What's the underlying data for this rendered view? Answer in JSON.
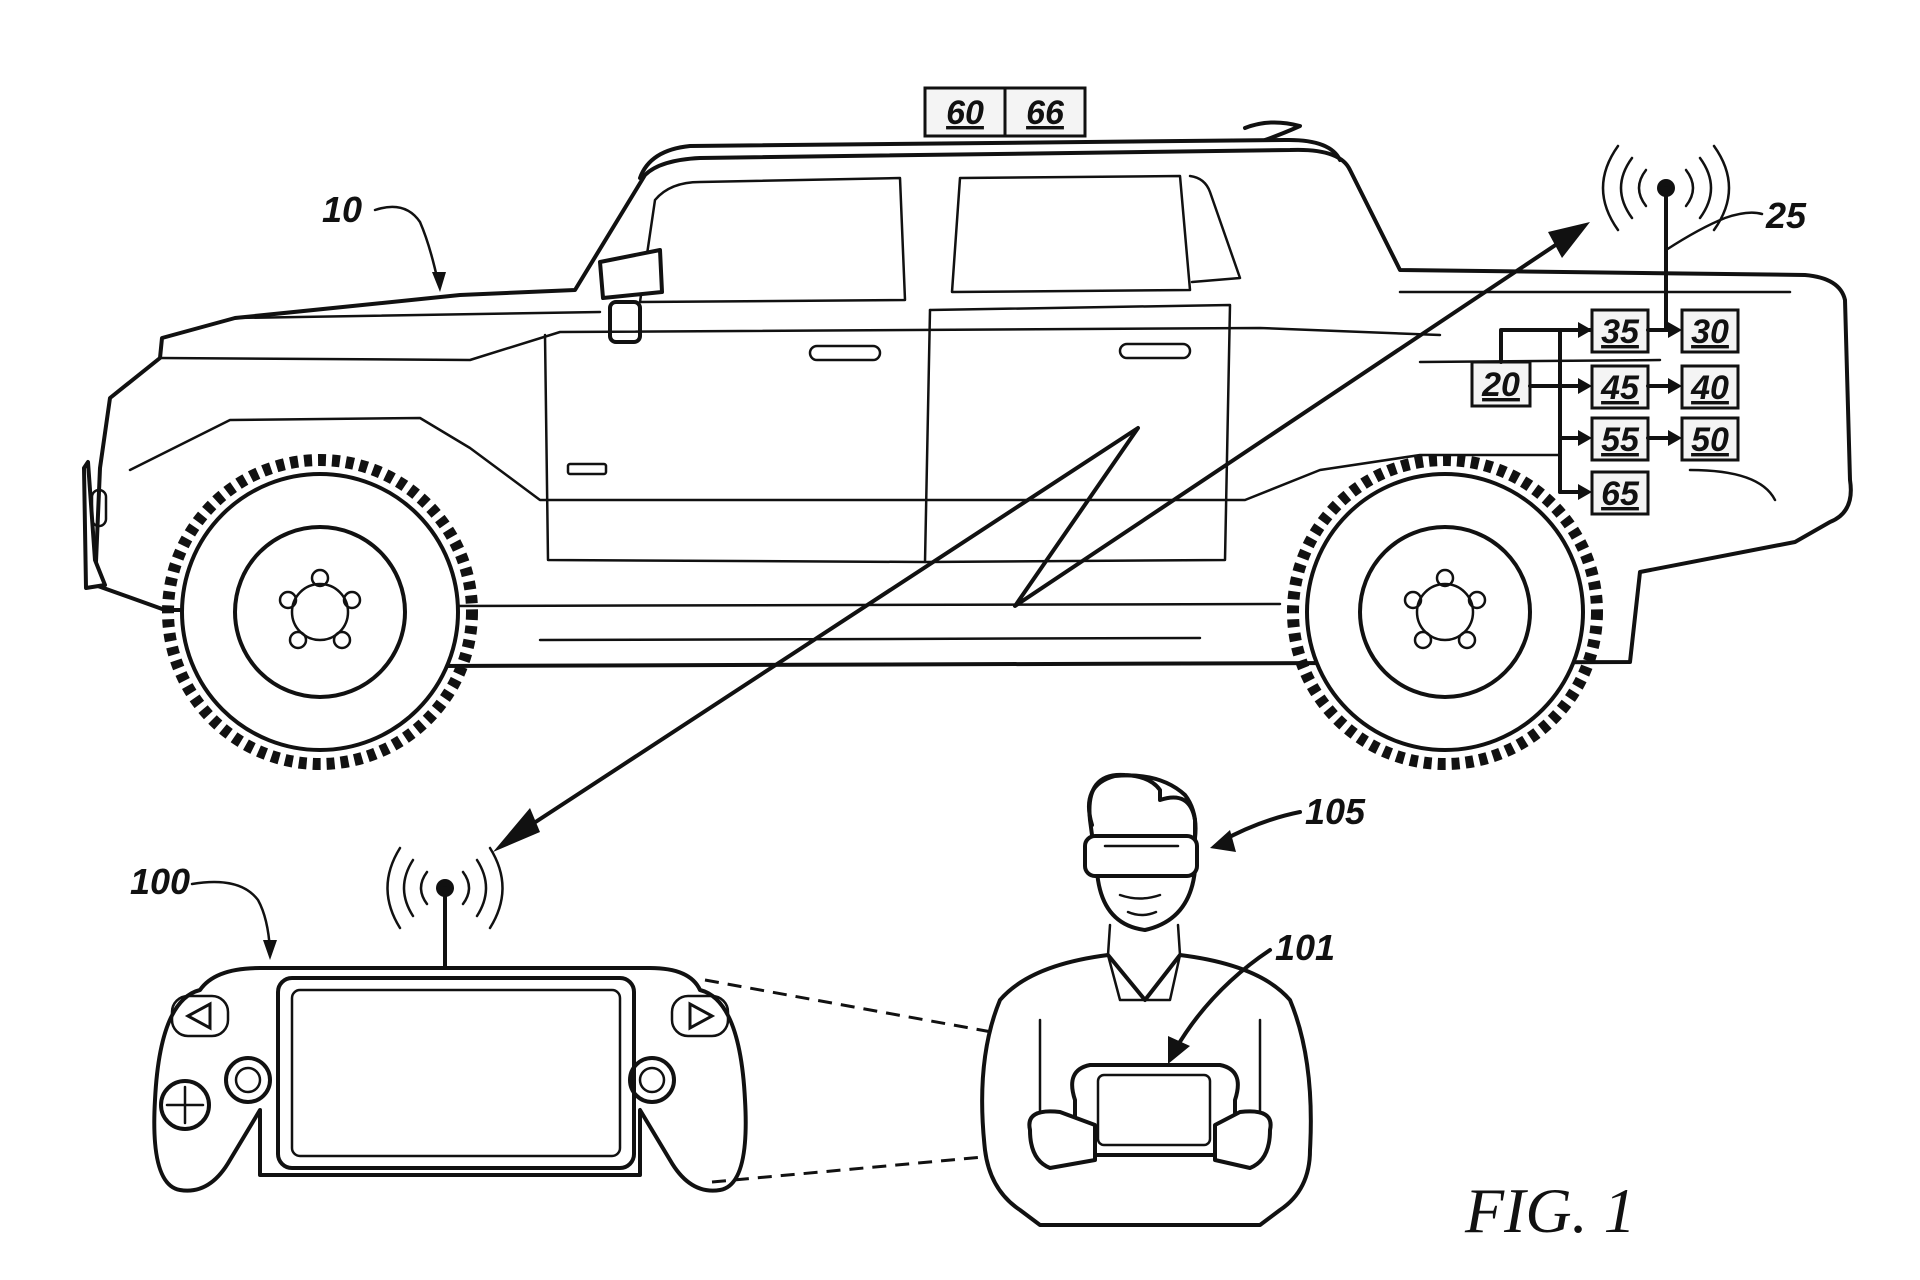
{
  "figure": {
    "caption": "FIG. 1"
  },
  "vehicle": {
    "ref": "10",
    "antenna_ref": "25",
    "roof_modules": [
      "60",
      "66"
    ],
    "controller": "20",
    "modules_mid": [
      "35",
      "45",
      "55",
      "65"
    ],
    "modules_right": [
      "30",
      "40",
      "50"
    ]
  },
  "controller_device": {
    "ref": "100"
  },
  "user": {
    "headset_ref": "105",
    "device_ref": "101"
  }
}
